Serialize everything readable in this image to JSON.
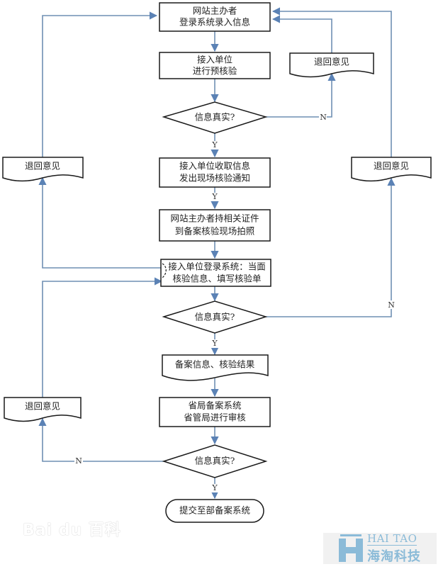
{
  "diagram": {
    "type": "flowchart",
    "colors": {
      "edge": "#6f8fb3",
      "shape_stroke": "#1a1a1a",
      "text": "#222222",
      "watermark_blue": "#8bbbd8"
    },
    "nodes": [
      {
        "id": "n1",
        "shape": "process",
        "lines": [
          "网站主办者",
          "登录系统录入信息"
        ]
      },
      {
        "id": "n2",
        "shape": "process",
        "lines": [
          "接入单位",
          "进行预核验"
        ]
      },
      {
        "id": "d1",
        "shape": "decision",
        "lines": [
          "信息真实?"
        ]
      },
      {
        "id": "r1",
        "shape": "document",
        "lines": [
          "退回意见"
        ]
      },
      {
        "id": "n3",
        "shape": "process",
        "lines": [
          "接入单位收取信息",
          "发出现场核验通知"
        ]
      },
      {
        "id": "n4",
        "shape": "process",
        "lines": [
          "网站主办者持相关证件",
          "到备案核验现场拍照"
        ]
      },
      {
        "id": "n5",
        "shape": "process",
        "lines": [
          "接入单位登录系统：当面",
          "核验信息、填写核验单"
        ]
      },
      {
        "id": "rL1",
        "shape": "document",
        "lines": [
          "退回意见"
        ]
      },
      {
        "id": "rR1",
        "shape": "document",
        "lines": [
          "退回意见"
        ]
      },
      {
        "id": "d2",
        "shape": "decision",
        "lines": [
          "信息真实?"
        ]
      },
      {
        "id": "doc1",
        "shape": "document",
        "lines": [
          "备案信息、核验结果"
        ]
      },
      {
        "id": "n6",
        "shape": "process",
        "lines": [
          "省局备案系统",
          "省管局进行审核"
        ]
      },
      {
        "id": "d3",
        "shape": "decision",
        "lines": [
          "信息真实?"
        ]
      },
      {
        "id": "rL2",
        "shape": "document",
        "lines": [
          "退回意见"
        ]
      },
      {
        "id": "end",
        "shape": "terminator",
        "lines": [
          "提交至部备案系统"
        ]
      }
    ],
    "edges": [
      {
        "from": "n1",
        "to": "n2",
        "label": ""
      },
      {
        "from": "n2",
        "to": "d1",
        "label": ""
      },
      {
        "from": "d1",
        "to": "r1",
        "label": "N"
      },
      {
        "from": "r1",
        "to": "n1",
        "label": ""
      },
      {
        "from": "d1",
        "to": "n3",
        "label": "Y"
      },
      {
        "from": "n3",
        "to": "n4",
        "label": "Y"
      },
      {
        "from": "n4",
        "to": "n5",
        "label": ""
      },
      {
        "from": "n5",
        "to": "rL1",
        "label": ""
      },
      {
        "from": "rL1",
        "to": "n1",
        "label": ""
      },
      {
        "from": "n5",
        "to": "d2",
        "label": ""
      },
      {
        "from": "d2",
        "to": "rR1",
        "label": "N"
      },
      {
        "from": "rR1",
        "to": "n1",
        "label": ""
      },
      {
        "from": "d2",
        "to": "doc1",
        "label": "Y"
      },
      {
        "from": "doc1",
        "to": "n6",
        "label": ""
      },
      {
        "from": "n6",
        "to": "d3",
        "label": ""
      },
      {
        "from": "d3",
        "to": "rL2",
        "label": "N"
      },
      {
        "from": "rL2",
        "to": "n5",
        "label": ""
      },
      {
        "from": "d3",
        "to": "end",
        "label": "Y"
      }
    ]
  },
  "watermarks": {
    "baidu": "Bai du 百科",
    "haitao_en": "HAI TAO",
    "haitao_cn": "海淘科技"
  }
}
